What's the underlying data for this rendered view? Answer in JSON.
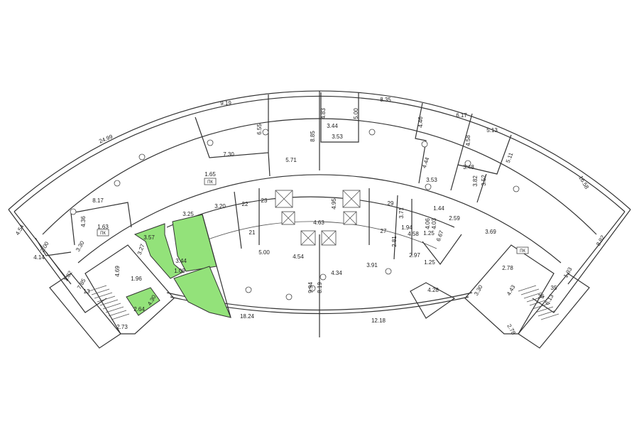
{
  "plan": {
    "highlight_color": "#93e27a",
    "dimensions": [
      "24.99",
      "9.19",
      "6.55",
      "7.30",
      "8.85",
      "5.71",
      "1.65",
      "8.17",
      "4.36",
      "1.63",
      "3.30",
      "2.00",
      "4.14",
      "4.54",
      "1.82",
      "7.85",
      "13",
      "2.73",
      "2.64",
      "4.30",
      "1.96",
      "4.69",
      "3.57",
      "3.27",
      "1.09",
      "3.44",
      "3.25",
      "3.20",
      "22",
      "23",
      "21",
      "5.00",
      "4.54",
      "18.24",
      "9.94",
      "8.19",
      "4.34",
      "3.91",
      "12.18",
      "4.28",
      "4.63",
      "4.95",
      "8.35",
      "4.83",
      "3.44",
      "3.53",
      "5.00",
      "4.46",
      "6.17",
      "4.44",
      "3.53",
      "5.13",
      "4.58",
      "3.48",
      "3.82",
      "3.52",
      "5.11",
      "16.58",
      "8.82",
      "1.83",
      "1.44",
      "2.59",
      "3.69",
      "29",
      "27",
      "3.71",
      "1.94",
      "4.58",
      "1.25",
      "4.06",
      "4.03",
      "6.67",
      "2.81",
      "2.97",
      "1.25",
      "2.78",
      "4.43",
      "3.30",
      "36",
      "6.13",
      "35",
      "2.78"
    ],
    "shaft_label": "ПК"
  }
}
